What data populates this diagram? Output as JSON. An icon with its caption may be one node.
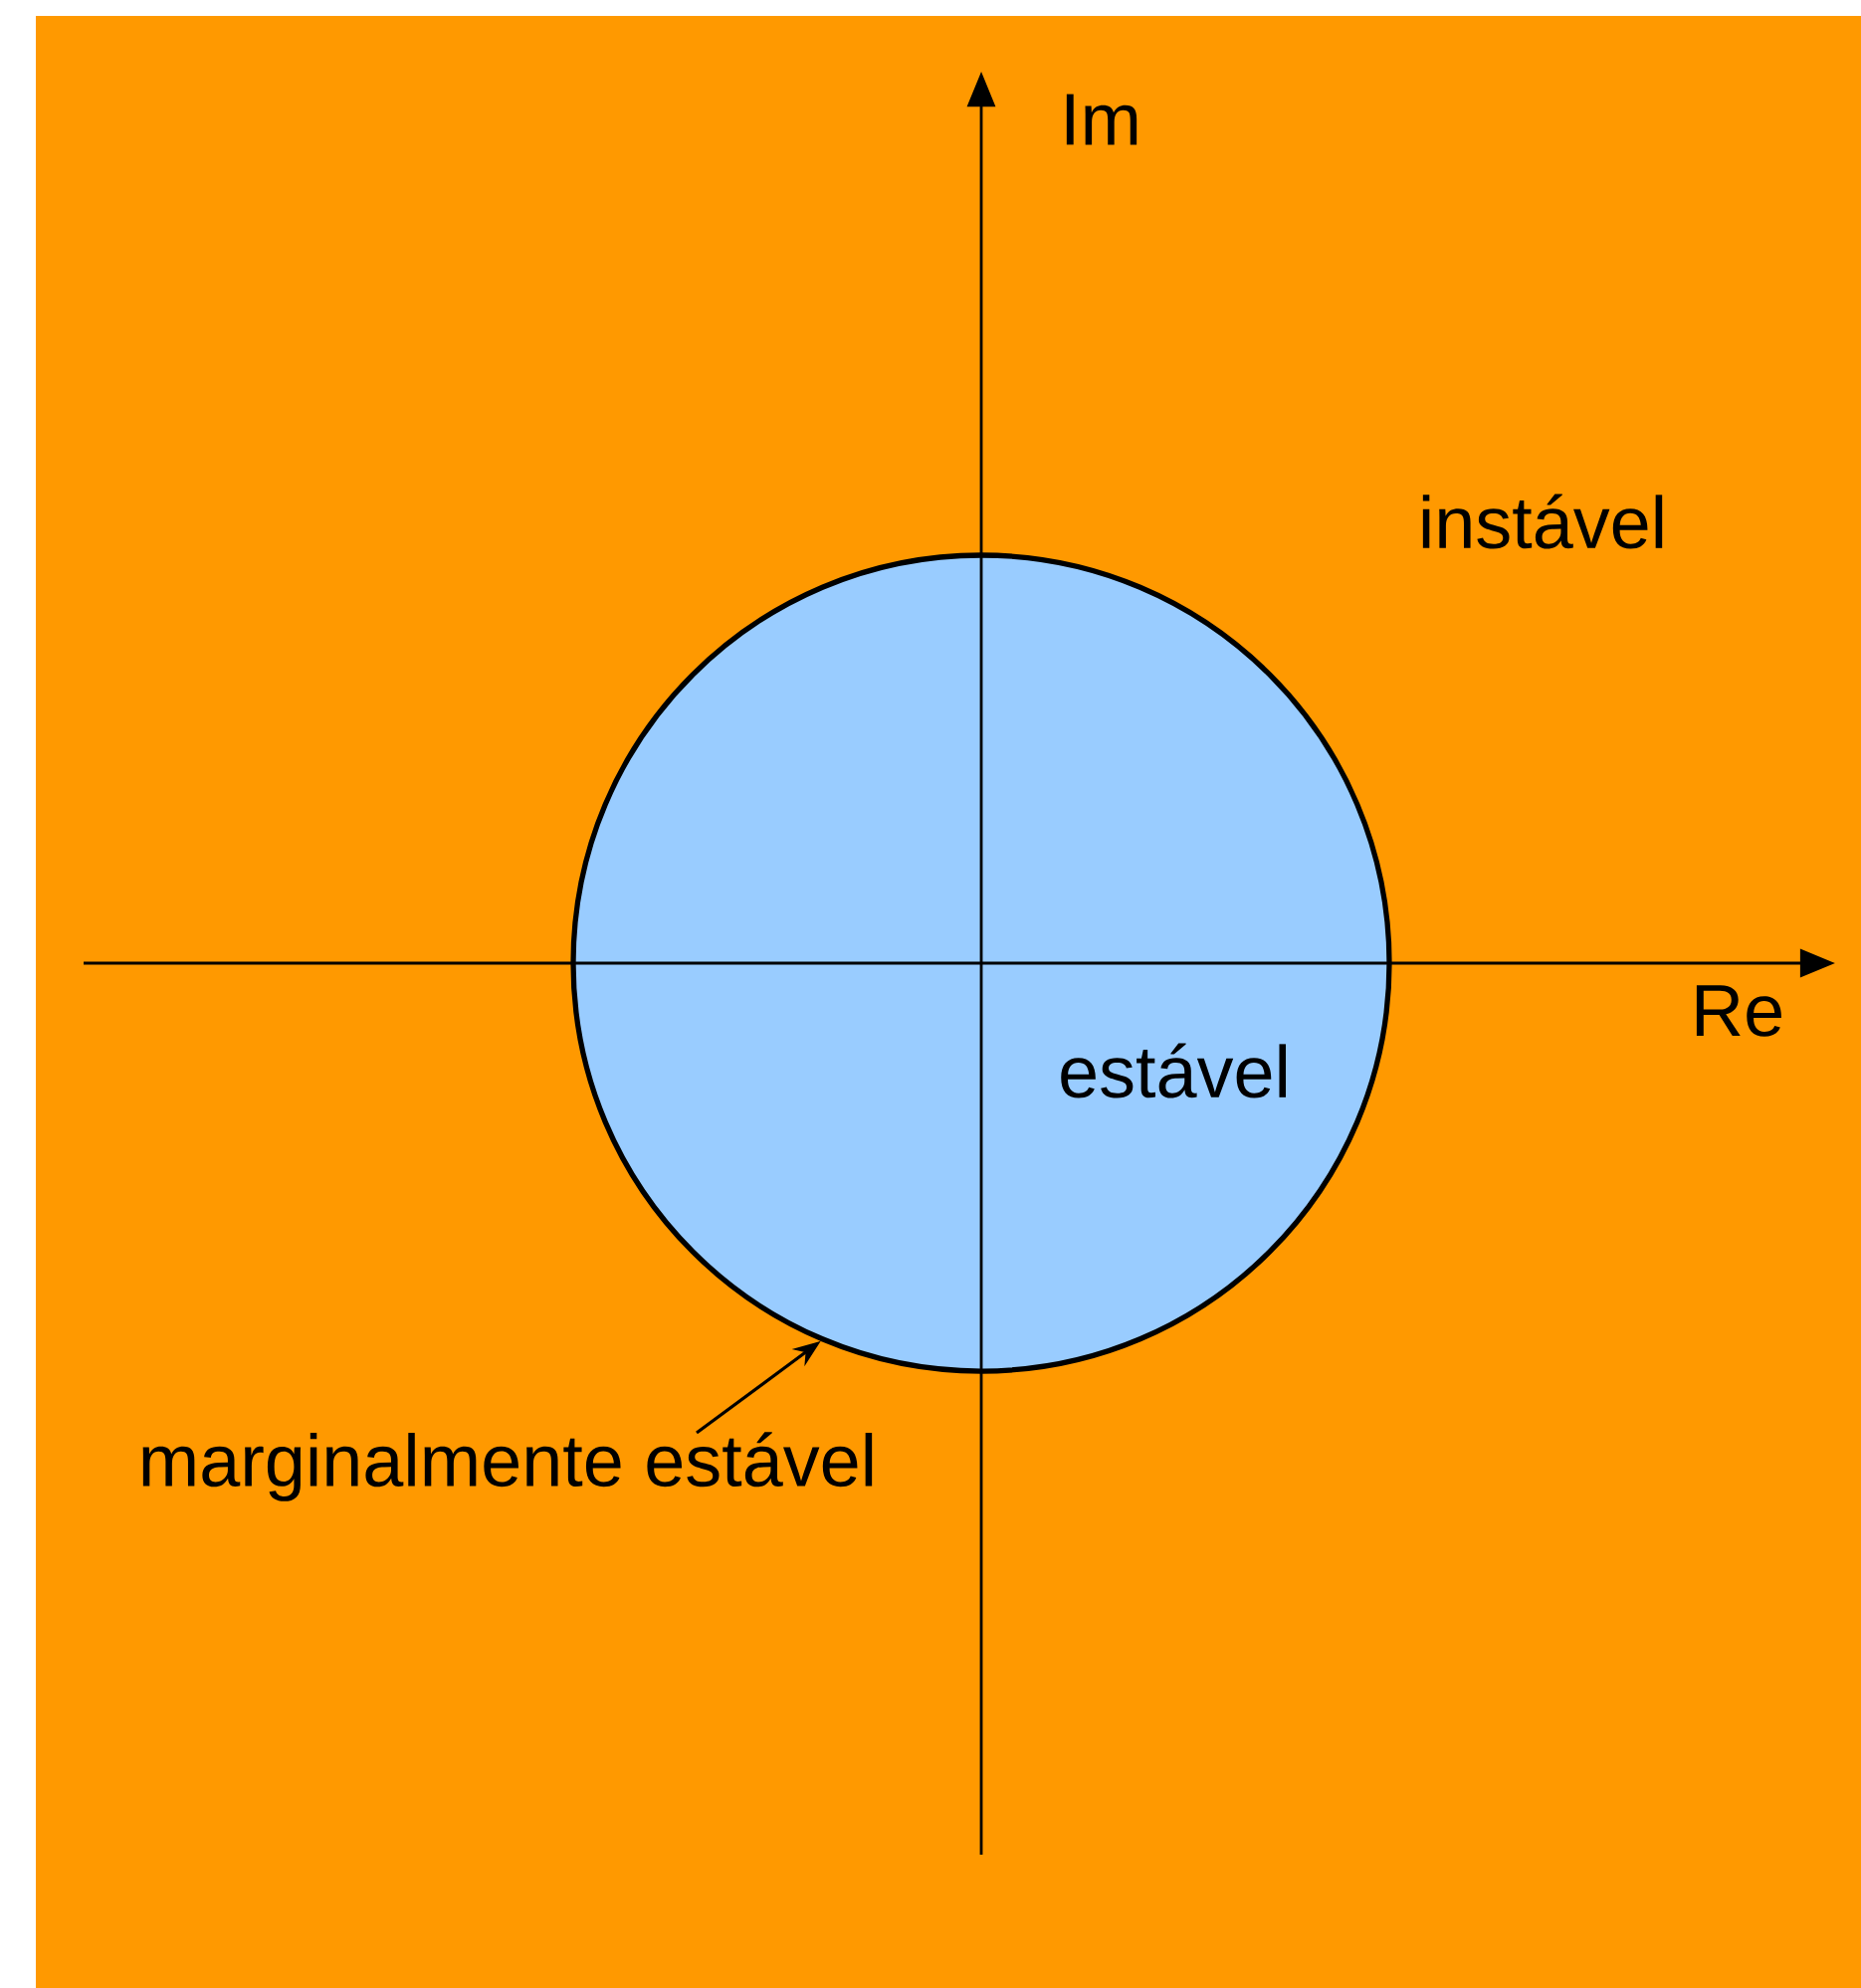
{
  "diagram": {
    "nodes": [
      {
        "text": [
          "estável"
        ]
      },
      {
        "text": [
          "marginalmente estável"
        ]
      }
    ],
    "edges": [
      {
        "from": 1,
        "to": 0,
        "arrow": "to"
      }
    ],
    "labels": [
      "Im",
      "instável",
      "Re"
    ]
  }
}
